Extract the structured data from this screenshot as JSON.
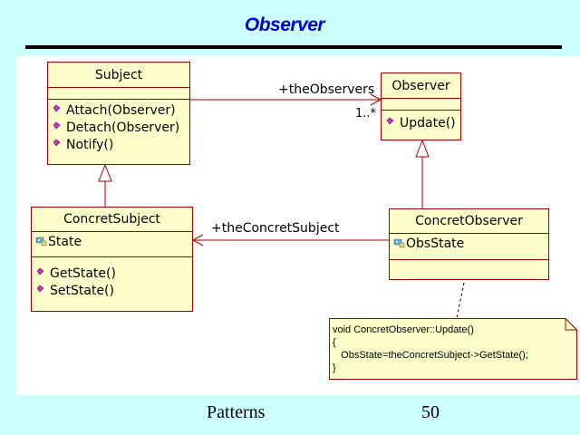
{
  "slide": {
    "title": "Observer",
    "footer_left": "Patterns",
    "page_number": "50"
  },
  "colors": {
    "title": "#0000cc",
    "background": "#ccffff",
    "class_fill": "#ffffcc",
    "class_border": "#a00000",
    "note_fill": "#ffffcc"
  },
  "classes": {
    "subject": {
      "name": "Subject",
      "operations": [
        "Attach(Observer)",
        "Detach(Observer)",
        "Notify()"
      ]
    },
    "observer": {
      "name": "Observer",
      "operations": [
        "Update()"
      ]
    },
    "concrete_subject": {
      "name": "ConcretSubject",
      "attributes": [
        "State"
      ],
      "operations": [
        "GetState()",
        "SetState()"
      ]
    },
    "concrete_observer": {
      "name": "ConcretObserver",
      "attributes": [
        "ObsState"
      ]
    }
  },
  "associations": {
    "observers_role": "+theObservers",
    "observers_multiplicity": "1..*",
    "subject_role": "+theConcretSubject"
  },
  "note": {
    "lines": [
      "void ConcretObserver::Update()",
      "{",
      "   ObsState=theConcretSubject->GetState();",
      "}"
    ]
  },
  "icons": {
    "operation": "operation-diamond-icon",
    "attribute": "attribute-key-icon"
  }
}
